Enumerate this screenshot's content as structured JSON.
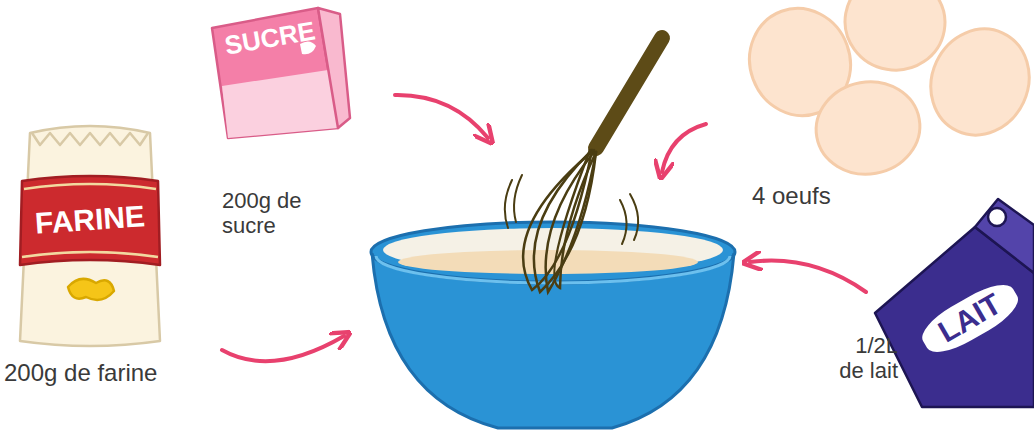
{
  "diagram": {
    "nodes": [
      {
        "text": [
          "FARINE",
          "200g de farine"
        ]
      },
      {
        "text": [
          "SUCRE",
          "200g de sucre"
        ]
      },
      {
        "text": [
          "LAIT",
          "1/2L de lait"
        ]
      }
    ],
    "labels": [
      "4 oeufs"
    ]
  }
}
